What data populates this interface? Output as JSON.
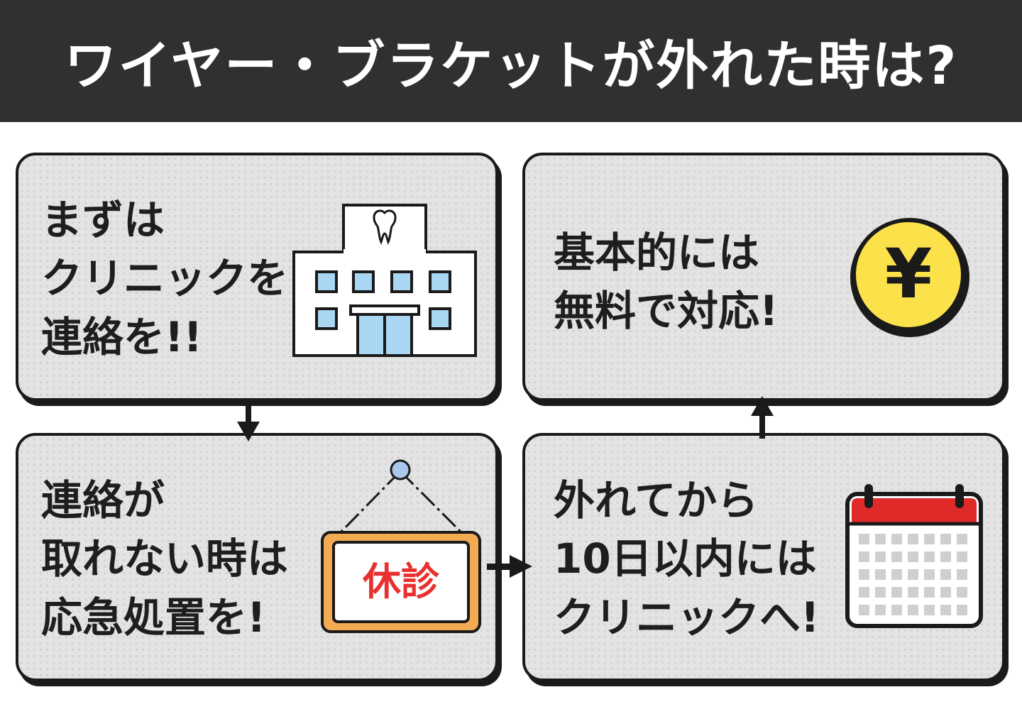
{
  "header": {
    "title": "ワイヤー・ブラケットが外れた時は?"
  },
  "steps": [
    {
      "lines": [
        "まずは",
        "クリニックを",
        "連絡を!!"
      ]
    },
    {
      "lines": [
        "連絡が",
        "取れない時は",
        "応急処置を!"
      ],
      "sign_text": "休診"
    },
    {
      "lines": [
        "外れてから",
        "10日以内には",
        "クリニックへ!"
      ]
    },
    {
      "lines": [
        "基本的には",
        "無料で対応!"
      ],
      "coin_symbol": "¥"
    }
  ],
  "icons": [
    "clinic-building-icon",
    "closed-sign-icon",
    "calendar-icon",
    "yen-coin-icon"
  ],
  "colors": {
    "header_bg": "#303030",
    "card_bg": "#e3e3e3",
    "window_blue": "#a9d6f2",
    "sign_orange": "#f2ab52",
    "sign_red": "#e8302f",
    "calendar_red": "#e02a2a",
    "coin_yellow": "#fbe14a"
  }
}
